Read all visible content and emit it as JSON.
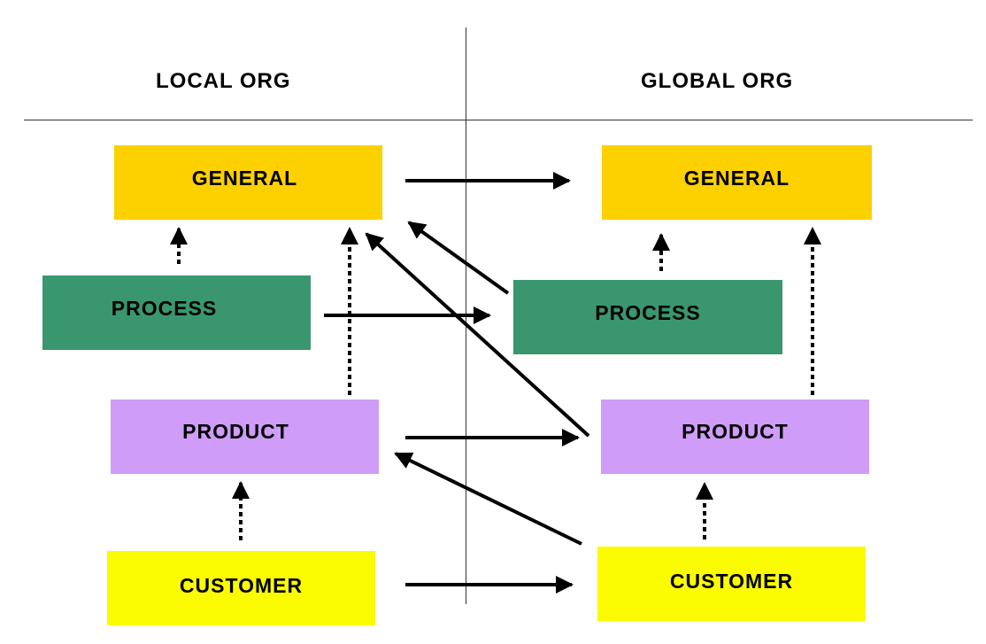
{
  "headings": {
    "local": "LOCAL ORG",
    "global": "GLOBAL ORG"
  },
  "local_boxes": {
    "general": "GENERAL",
    "process": "PROCESS",
    "product": "PRODUCT",
    "customer": "CUSTOMER"
  },
  "global_boxes": {
    "general": "GENERAL",
    "process": "PROCESS",
    "product": "PRODUCT",
    "customer": "CUSTOMER"
  },
  "colors": {
    "general": "#fdd000",
    "process": "#3a966f",
    "product": "#cf9cf8",
    "customer": "#fbfb00",
    "arrow": "#000000"
  }
}
